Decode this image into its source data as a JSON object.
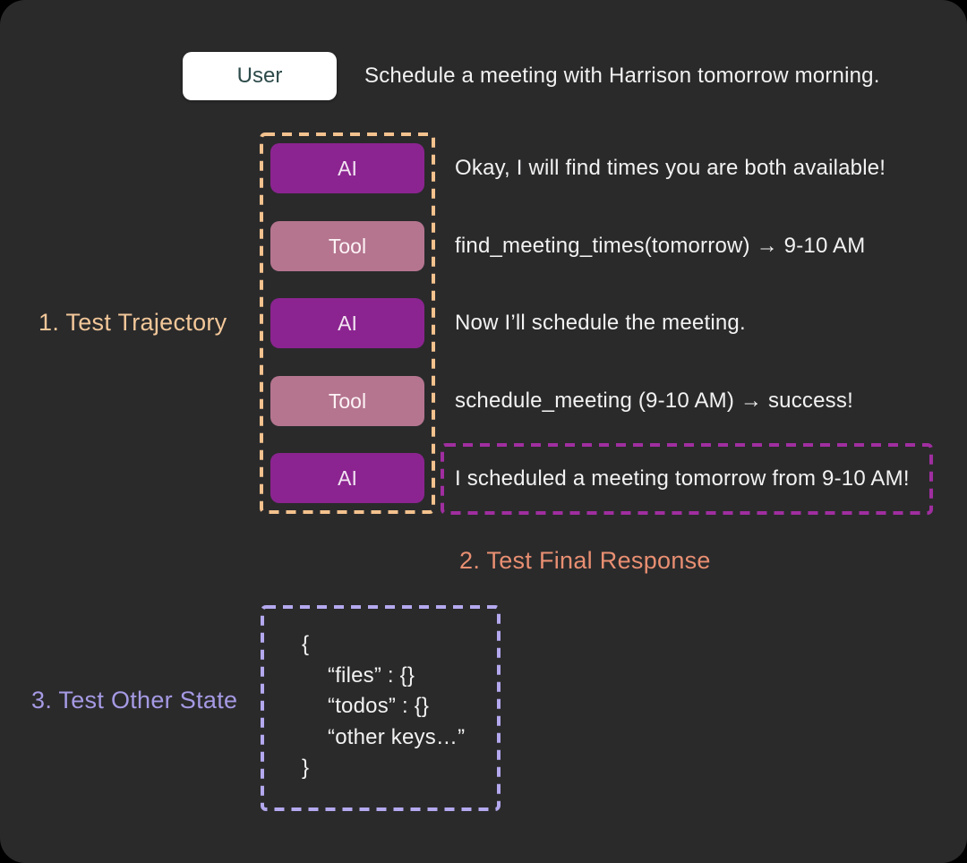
{
  "colors": {
    "background": "#2a2a2b",
    "text": "#f2f2f2",
    "user_badge_bg": "#ffffff",
    "user_badge_text": "#2d4a4a",
    "ai_badge": "#8b2490",
    "ai_badge_text": "#f2e4f2",
    "tool_badge": "#b5758f",
    "tool_badge_text": "#fdf4f7",
    "trajectory_border": "#f4c28e",
    "trajectory_label": "#f2c799",
    "final_border": "#a02ea0",
    "final_label": "#e98f72",
    "state_border": "#b4a9ef",
    "state_label": "#a59ae4"
  },
  "user_row": {
    "badge_label": "User",
    "message": "Schedule a meeting with Harrison tomorrow morning."
  },
  "trajectory": {
    "label": "1. Test Trajectory",
    "steps": [
      {
        "role": "AI",
        "message": "Okay, I will find times you are both available!"
      },
      {
        "role": "Tool",
        "message": "find_meeting_times(tomorrow) → 9-10 AM"
      },
      {
        "role": "AI",
        "message": "Now I’ll schedule the meeting."
      },
      {
        "role": "Tool",
        "message": "schedule_meeting (9-10 AM) → success!"
      },
      {
        "role": "AI",
        "message": "I scheduled a meeting tomorrow from 9-10 AM!"
      }
    ]
  },
  "final_response": {
    "label": "2. Test Final Response"
  },
  "other_state": {
    "label": "3. Test Other State",
    "code_lines": [
      "{",
      "“files” : {}",
      "“todos” : {}",
      "“other keys…”",
      "}"
    ]
  }
}
